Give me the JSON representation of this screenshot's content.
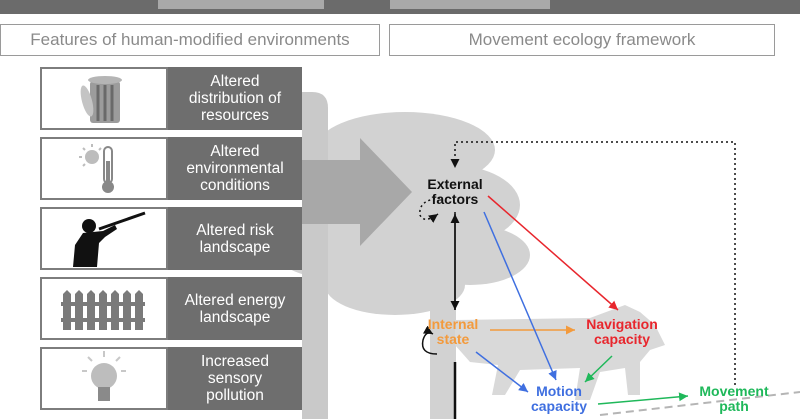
{
  "headers": {
    "left": "Features of human-modified environments",
    "right": "Movement ecology framework"
  },
  "features": [
    {
      "label": "Altered\ndistribution of\nresources",
      "icon": "trash-can-icon"
    },
    {
      "label": "Altered\nenvironmental\nconditions",
      "icon": "thermometer-sun-icon"
    },
    {
      "label": "Altered risk\nlandscape",
      "icon": "hunter-icon"
    },
    {
      "label": "Altered energy\nlandscape",
      "icon": "fence-icon"
    },
    {
      "label": "Increased\nsensory\npollution",
      "icon": "light-bulb-icon"
    }
  ],
  "nodes": {
    "external": "External\nfactors",
    "internal": "Internal\nstate",
    "navigation": "Navigation\ncapacity",
    "motion": "Motion\ncapacity",
    "movement": "Movement\npath"
  },
  "colors": {
    "external": "#111111",
    "internal": "#f39a3c",
    "navigation": "#e8262d",
    "motion": "#3f6fe0",
    "movement": "#1fb85a",
    "panel": "#6e6e6e",
    "silhouette": "#cfcfcf"
  }
}
